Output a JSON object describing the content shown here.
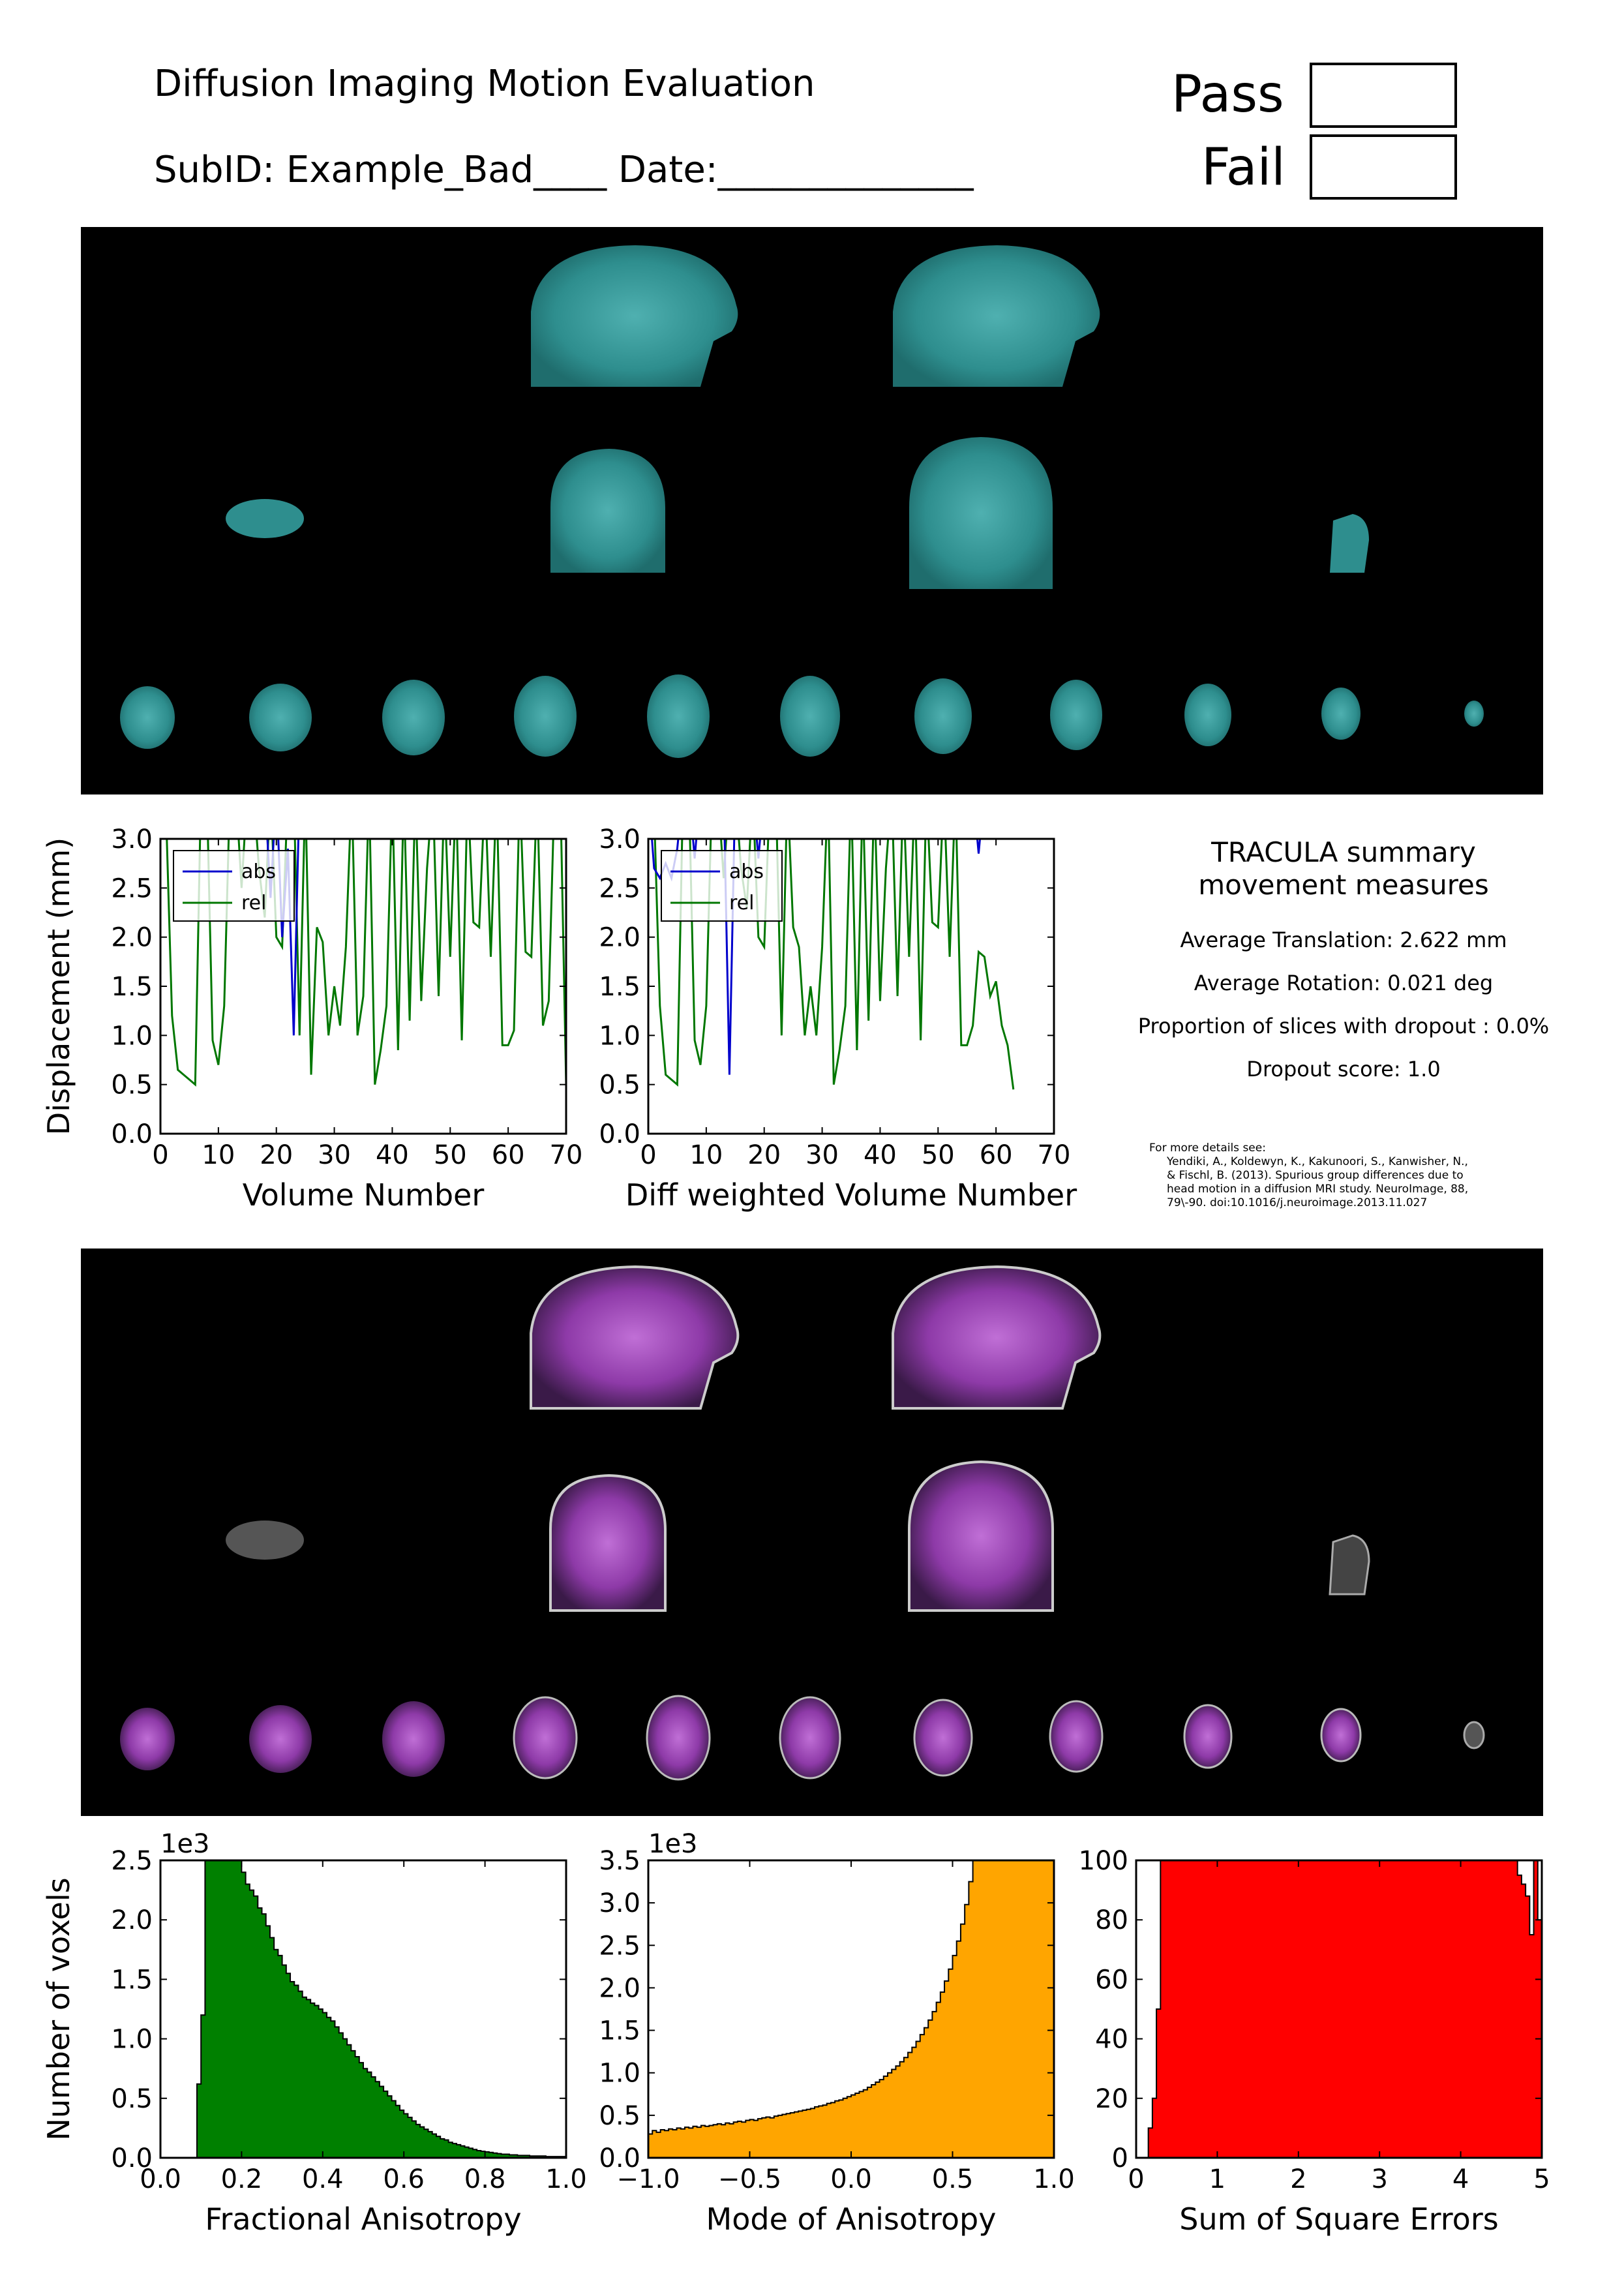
{
  "header": {
    "title": "Diffusion Imaging Motion Evaluation",
    "subid_line": "SubID: Example_Bad____  Date:______________",
    "pass_label": "Pass",
    "fail_label": "Fail"
  },
  "colors": {
    "dwi_tint": "#2e8e8e",
    "fa_tint": "#9a3fb0",
    "abs": "#0000cc",
    "rel": "#007700",
    "fa_hist": "#008000",
    "mode_hist": "#ffa500",
    "sse_hist": "#ff0000"
  },
  "motion_plots": [
    {
      "type": "line",
      "xlabel": "Volume Number",
      "ylabel": "Displacement (mm)",
      "xlim": [
        0,
        70
      ],
      "ylim": [
        0,
        3.0
      ],
      "xticks": [
        "0",
        "10",
        "20",
        "30",
        "40",
        "50",
        "60",
        "70"
      ],
      "yticks": [
        "0.0",
        "0.5",
        "1.0",
        "1.5",
        "2.0",
        "2.5",
        "3.0"
      ],
      "legend": [
        "abs",
        "rel"
      ],
      "series": [
        {
          "name": "abs",
          "x": [
            0,
            1,
            2,
            3,
            4,
            5,
            6,
            7,
            8,
            9,
            10,
            11,
            12,
            13,
            14,
            15,
            16,
            17,
            18,
            19,
            20,
            21,
            22,
            23,
            24,
            25
          ],
          "y": [
            3.5,
            3.5,
            3.5,
            3.5,
            3.5,
            3.5,
            3.5,
            3.5,
            3.5,
            3.5,
            3.5,
            3.5,
            3.5,
            3.5,
            3.5,
            3.5,
            3.5,
            3.5,
            3.5,
            2.4,
            3.5,
            2.0,
            2.9,
            1.0,
            3.5,
            3.5
          ]
        },
        {
          "name": "rel",
          "x": [
            0,
            1,
            2,
            3,
            4,
            5,
            6,
            7,
            8,
            9,
            10,
            11,
            12,
            13,
            14,
            15,
            16,
            17,
            18,
            19,
            20,
            21,
            22,
            23,
            24,
            25,
            26,
            27,
            28,
            29,
            30,
            31,
            32,
            33,
            34,
            35,
            36,
            37,
            38,
            39,
            40,
            41,
            42,
            43,
            44,
            45,
            46,
            47,
            48,
            49,
            50,
            51,
            52,
            53,
            54,
            55,
            56,
            57,
            58,
            59,
            60,
            61,
            62,
            63,
            64,
            65,
            66,
            67,
            68,
            69,
            70
          ],
          "y": [
            3.5,
            3.2,
            1.2,
            0.65,
            0.6,
            0.55,
            0.5,
            3.5,
            3.5,
            0.95,
            0.7,
            1.3,
            3.5,
            3.5,
            2.5,
            3.5,
            3.5,
            2.7,
            2.2,
            3.5,
            2.0,
            1.9,
            3.5,
            3.5,
            1.0,
            3.5,
            0.6,
            2.1,
            1.95,
            1.0,
            1.5,
            1.1,
            1.9,
            3.5,
            1.0,
            1.4,
            3.5,
            0.5,
            0.85,
            1.3,
            3.5,
            0.85,
            3.5,
            1.15,
            3.5,
            1.35,
            2.7,
            3.5,
            1.4,
            3.5,
            1.8,
            3.5,
            0.95,
            3.5,
            2.15,
            2.1,
            3.5,
            1.8,
            3.5,
            0.9,
            0.9,
            1.05,
            3.5,
            1.85,
            1.8,
            3.5,
            1.1,
            1.35,
            3.5,
            3.5,
            0.5
          ]
        }
      ]
    },
    {
      "type": "line",
      "xlabel": "Diff weighted Volume Number",
      "ylabel": "",
      "xlim": [
        0,
        70
      ],
      "ylim": [
        0,
        3.0
      ],
      "xticks": [
        "0",
        "10",
        "20",
        "30",
        "40",
        "50",
        "60",
        "70"
      ],
      "yticks": [
        "0.0",
        "0.5",
        "1.0",
        "1.5",
        "2.0",
        "2.5",
        "3.0"
      ],
      "legend": [
        "abs",
        "rel"
      ],
      "series": [
        {
          "name": "abs",
          "x": [
            0,
            1,
            2,
            3,
            4,
            5,
            6,
            7,
            8,
            9,
            10,
            11,
            12,
            13,
            14,
            15,
            16,
            17,
            18,
            19,
            20,
            56,
            57,
            58
          ],
          "y": [
            3.5,
            2.7,
            2.6,
            2.75,
            2.6,
            2.9,
            3.5,
            3.5,
            2.8,
            3.5,
            3.5,
            3.5,
            3.5,
            3.5,
            0.6,
            3.5,
            3.5,
            3.5,
            3.5,
            2.8,
            3.5,
            3.5,
            2.85,
            3.5
          ]
        },
        {
          "name": "rel",
          "x": [
            0,
            1,
            2,
            3,
            4,
            5,
            6,
            7,
            8,
            9,
            10,
            11,
            12,
            13,
            14,
            15,
            16,
            17,
            18,
            19,
            20,
            21,
            22,
            23,
            24,
            25,
            26,
            27,
            28,
            29,
            30,
            31,
            32,
            33,
            34,
            35,
            36,
            37,
            38,
            39,
            40,
            41,
            42,
            43,
            44,
            45,
            46,
            47,
            48,
            49,
            50,
            51,
            52,
            53,
            54,
            55,
            56,
            57,
            58,
            59,
            60,
            61,
            62,
            63
          ],
          "y": [
            3.5,
            3.3,
            1.3,
            0.6,
            0.55,
            0.5,
            3.5,
            3.5,
            0.95,
            0.7,
            1.3,
            3.5,
            3.5,
            2.6,
            3.5,
            3.5,
            2.7,
            2.3,
            3.5,
            2.0,
            1.9,
            3.5,
            3.5,
            1.0,
            3.5,
            2.1,
            1.9,
            1.0,
            1.5,
            1.0,
            1.9,
            3.5,
            0.5,
            0.85,
            1.3,
            3.5,
            0.85,
            3.5,
            1.15,
            3.5,
            1.35,
            2.7,
            3.5,
            1.4,
            3.5,
            1.8,
            3.5,
            0.95,
            3.5,
            2.15,
            2.1,
            3.5,
            1.8,
            3.5,
            0.9,
            0.9,
            1.1,
            1.85,
            1.8,
            1.4,
            1.55,
            1.1,
            0.9,
            0.45
          ]
        }
      ]
    }
  ],
  "summary": {
    "title_line1": "TRACULA summary",
    "title_line2": "movement measures",
    "avg_translation": "Average Translation: 2.622 mm",
    "avg_rotation": "Average Rotation: 0.021 deg",
    "dropout_prop": "Proportion of slices with dropout  : 0.0%",
    "dropout_score": "Dropout score: 1.0",
    "reference": "For more details see:\n     Yendiki, A., Koldewyn, K., Kakunoori, S., Kanwisher, N.,\n     & Fischl, B. (2013). Spurious group differences due to\n     head motion in a diffusion MRI study. NeuroImage, 88,\n     79\\-90. doi:10.1016/j.neuroimage.2013.11.027"
  },
  "chart_data": [
    {
      "type": "histogram",
      "xlabel": "Fractional Anisotropy",
      "ylabel": "Number of voxels",
      "multiplier_label": "1e3",
      "xlim": [
        0.0,
        1.0
      ],
      "ylim": [
        0,
        2.5
      ],
      "xticks": [
        "0.0",
        "0.2",
        "0.4",
        "0.6",
        "0.8",
        "1.0"
      ],
      "yticks": [
        "0.0",
        "0.5",
        "1.0",
        "1.5",
        "2.0",
        "2.5"
      ],
      "bin_width": 0.01,
      "bin_start": 0.09,
      "values": [
        0.62,
        1.2,
        2.6,
        2.6,
        2.6,
        2.6,
        2.6,
        2.6,
        2.6,
        2.6,
        2.6,
        2.4,
        2.3,
        2.25,
        2.2,
        2.1,
        2.05,
        1.95,
        1.85,
        1.75,
        1.7,
        1.62,
        1.55,
        1.48,
        1.45,
        1.4,
        1.35,
        1.33,
        1.3,
        1.28,
        1.25,
        1.22,
        1.18,
        1.15,
        1.1,
        1.05,
        1.0,
        0.95,
        0.9,
        0.85,
        0.8,
        0.75,
        0.72,
        0.68,
        0.64,
        0.6,
        0.56,
        0.52,
        0.48,
        0.44,
        0.4,
        0.37,
        0.34,
        0.31,
        0.28,
        0.26,
        0.24,
        0.22,
        0.2,
        0.18,
        0.16,
        0.15,
        0.13,
        0.12,
        0.11,
        0.1,
        0.09,
        0.08,
        0.07,
        0.06,
        0.055,
        0.05,
        0.045,
        0.04,
        0.035,
        0.03,
        0.03,
        0.025,
        0.025,
        0.02,
        0.02,
        0.02,
        0.015,
        0.015,
        0.015,
        0.015,
        0.01,
        0.01,
        0.01,
        0.01,
        0.01
      ]
    },
    {
      "type": "histogram",
      "xlabel": "Mode of Anisotropy",
      "multiplier_label": "1e3",
      "xlim": [
        -1.0,
        1.0
      ],
      "ylim": [
        0,
        3.5
      ],
      "xticks": [
        "−1.0",
        "−0.5",
        "0.0",
        "0.5",
        "1.0"
      ],
      "yticks": [
        "0.0",
        "0.5",
        "1.0",
        "1.5",
        "2.0",
        "2.5",
        "3.0",
        "3.5"
      ],
      "bin_width": 0.02,
      "bin_start": -1.0,
      "values": [
        0.28,
        0.32,
        0.3,
        0.33,
        0.32,
        0.34,
        0.33,
        0.35,
        0.34,
        0.36,
        0.35,
        0.37,
        0.36,
        0.38,
        0.37,
        0.38,
        0.39,
        0.4,
        0.39,
        0.41,
        0.4,
        0.42,
        0.43,
        0.42,
        0.44,
        0.45,
        0.44,
        0.46,
        0.47,
        0.48,
        0.47,
        0.49,
        0.5,
        0.51,
        0.52,
        0.53,
        0.54,
        0.55,
        0.56,
        0.57,
        0.58,
        0.6,
        0.61,
        0.62,
        0.64,
        0.65,
        0.67,
        0.68,
        0.7,
        0.72,
        0.74,
        0.76,
        0.78,
        0.8,
        0.83,
        0.86,
        0.89,
        0.92,
        0.96,
        1.0,
        1.04,
        1.08,
        1.13,
        1.18,
        1.24,
        1.3,
        1.37,
        1.45,
        1.53,
        1.62,
        1.72,
        1.83,
        1.95,
        2.08,
        2.22,
        2.38,
        2.55,
        2.75,
        2.98,
        3.25,
        3.5,
        3.5,
        3.5,
        3.5,
        3.5,
        3.5,
        3.5,
        3.5,
        3.5,
        3.5,
        3.5,
        3.5,
        3.5,
        3.5,
        3.5,
        3.5,
        3.5,
        3.5,
        3.5,
        3.5
      ]
    },
    {
      "type": "histogram",
      "xlabel": "Sum of Square Errors",
      "xlim": [
        0,
        5
      ],
      "ylim": [
        0,
        100
      ],
      "xticks": [
        "0",
        "1",
        "2",
        "3",
        "4",
        "5"
      ],
      "yticks": [
        "0",
        "20",
        "40",
        "60",
        "80",
        "100"
      ],
      "bin_width": 0.05,
      "bin_start": 0.0,
      "values": [
        0,
        0,
        0,
        10,
        20,
        50,
        100,
        100,
        100,
        100,
        100,
        100,
        100,
        100,
        100,
        100,
        100,
        100,
        100,
        100,
        100,
        100,
        100,
        100,
        100,
        100,
        100,
        100,
        100,
        100,
        100,
        100,
        100,
        100,
        100,
        100,
        100,
        100,
        100,
        100,
        100,
        100,
        100,
        100,
        100,
        100,
        100,
        100,
        100,
        100,
        100,
        100,
        100,
        100,
        100,
        100,
        100,
        100,
        100,
        100,
        100,
        100,
        100,
        100,
        100,
        100,
        100,
        100,
        100,
        100,
        100,
        100,
        100,
        100,
        100,
        100,
        100,
        100,
        100,
        100,
        100,
        100,
        100,
        100,
        100,
        100,
        100,
        100,
        100,
        100,
        100,
        100,
        100,
        100,
        95,
        92,
        88,
        75,
        100,
        80
      ]
    }
  ]
}
